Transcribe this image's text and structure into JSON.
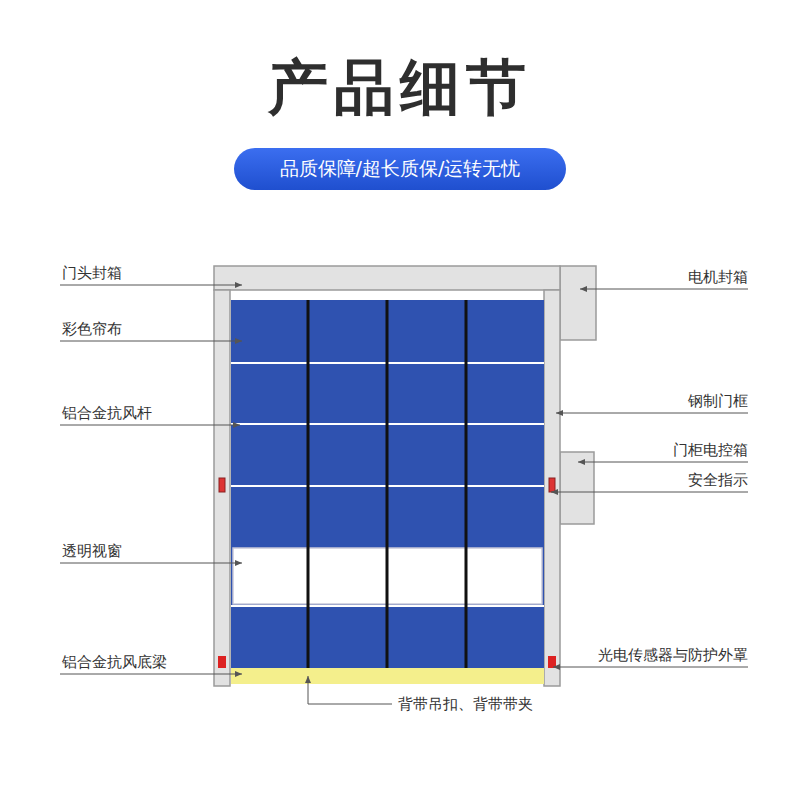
{
  "diagram": {
    "title": "产品细节",
    "nodes": [
      {
        "text": [
          "品质保障/超长质保/运转无忧"
        ]
      }
    ],
    "labels": [
      "门头封箱",
      "彩色帘布",
      "铝合金抗风杆",
      "透明视窗",
      "铝合金抗风底梁",
      "电机封箱",
      "钢制门框",
      "门柜电控箱",
      "安全指示",
      "光电传感器与防护外罩",
      "背带吊扣、背带带夹"
    ]
  }
}
